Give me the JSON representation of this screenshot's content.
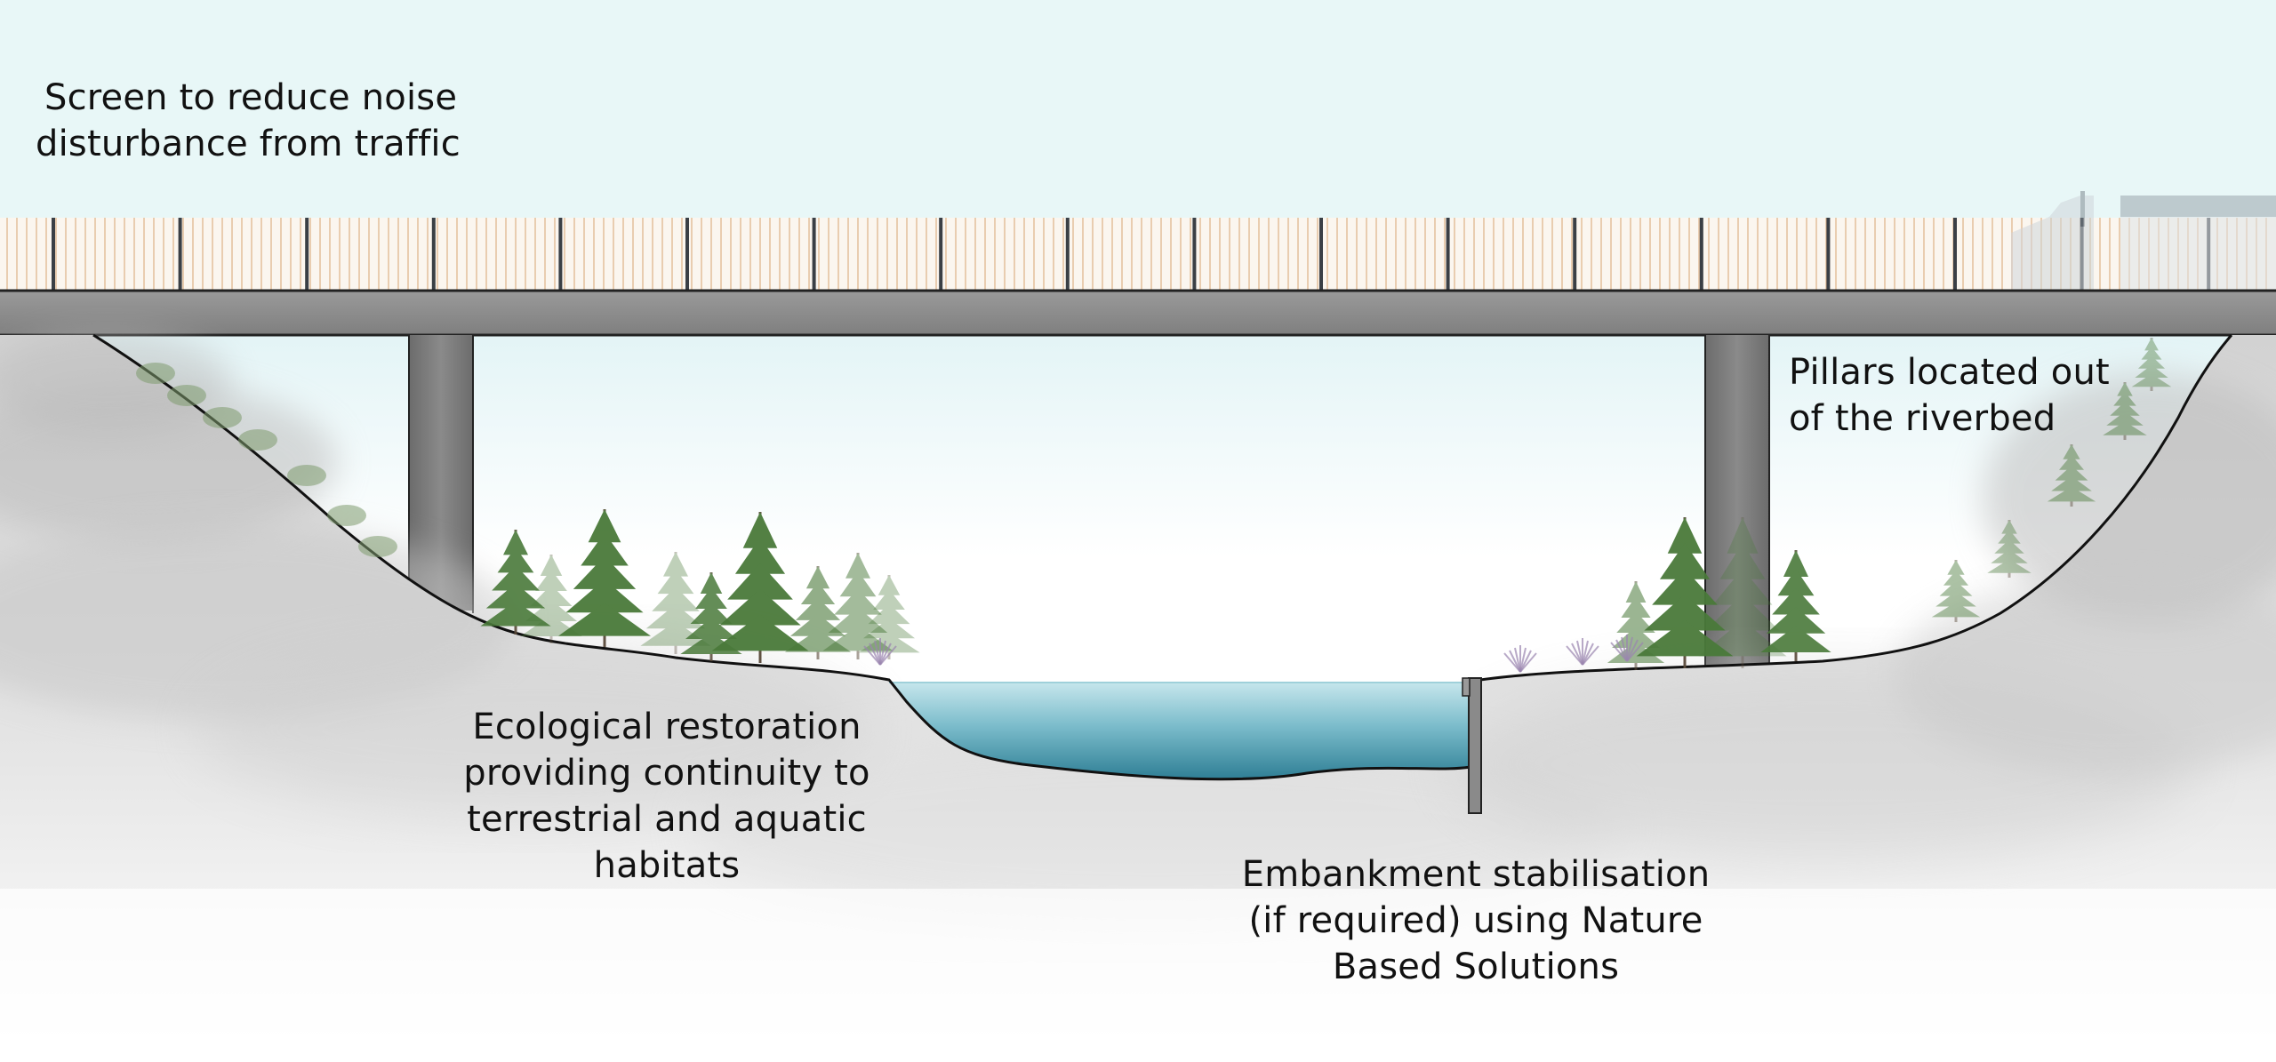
{
  "labels": {
    "noise_screen": [
      "Screen to reduce noise",
      "disturbance from traffic"
    ],
    "pillars": [
      "Pillars located out",
      "of the riverbed"
    ],
    "ecological": [
      "Ecological restoration",
      "providing continuity to",
      "terrestrial and aquatic",
      "habitats"
    ],
    "embankment": [
      "Embankment stabilisation",
      "(if required) using Nature",
      "Based Solutions"
    ]
  },
  "colors": {
    "sky": "#e8f7f7",
    "deck": "#8e8e8e",
    "pillar": "#7d7d7d",
    "ground": "#cfcfcf",
    "water": "#5aa7b8",
    "tree": "#4a7a3a",
    "slat": "#d9a877",
    "post": "#3a3f45",
    "outline": "#111111"
  },
  "icons": {
    "trees": "conifer-tree-icon",
    "truck": "truck-icon"
  }
}
